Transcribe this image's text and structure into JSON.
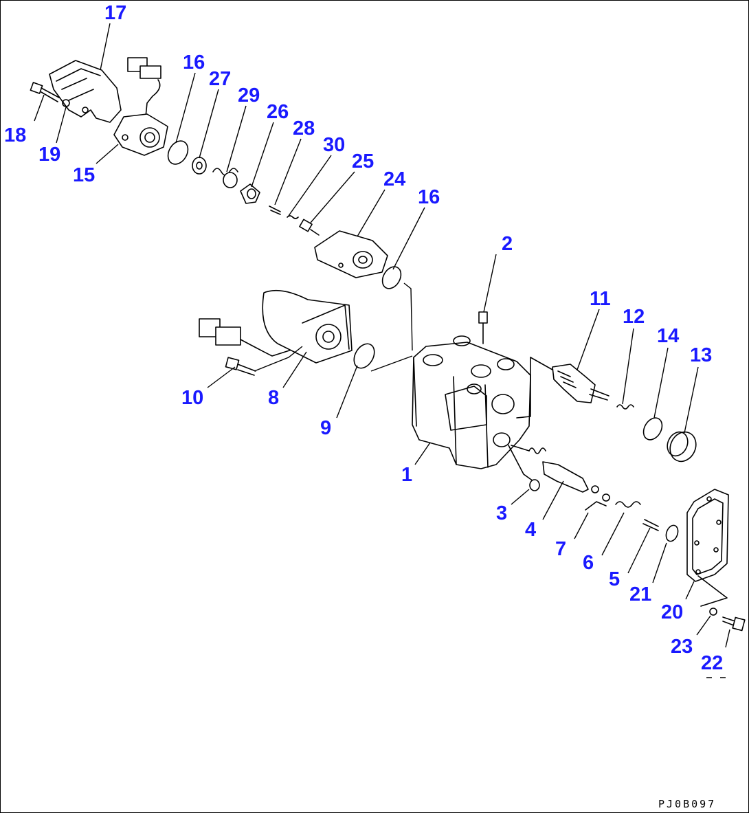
{
  "drawing_code": "PJ0B097",
  "colors": {
    "callout": "#1a1aff",
    "line": "#000000",
    "background": "#ffffff"
  },
  "callouts": [
    {
      "id": "c17",
      "label": "17"
    },
    {
      "id": "c16a",
      "label": "16"
    },
    {
      "id": "c27",
      "label": "27"
    },
    {
      "id": "c29",
      "label": "29"
    },
    {
      "id": "c26",
      "label": "26"
    },
    {
      "id": "c28",
      "label": "28"
    },
    {
      "id": "c30",
      "label": "30"
    },
    {
      "id": "c25",
      "label": "25"
    },
    {
      "id": "c24",
      "label": "24"
    },
    {
      "id": "c16b",
      "label": "16"
    },
    {
      "id": "c18",
      "label": "18"
    },
    {
      "id": "c19",
      "label": "19"
    },
    {
      "id": "c15",
      "label": "15"
    },
    {
      "id": "c2",
      "label": "2"
    },
    {
      "id": "c11",
      "label": "11"
    },
    {
      "id": "c12",
      "label": "12"
    },
    {
      "id": "c14",
      "label": "14"
    },
    {
      "id": "c13",
      "label": "13"
    },
    {
      "id": "c10",
      "label": "10"
    },
    {
      "id": "c8",
      "label": "8"
    },
    {
      "id": "c9",
      "label": "9"
    },
    {
      "id": "c1",
      "label": "1"
    },
    {
      "id": "c3",
      "label": "3"
    },
    {
      "id": "c4",
      "label": "4"
    },
    {
      "id": "c7",
      "label": "7"
    },
    {
      "id": "c6",
      "label": "6"
    },
    {
      "id": "c5",
      "label": "5"
    },
    {
      "id": "c21",
      "label": "21"
    },
    {
      "id": "c20",
      "label": "20"
    },
    {
      "id": "c23",
      "label": "23"
    },
    {
      "id": "c22",
      "label": "22"
    }
  ]
}
